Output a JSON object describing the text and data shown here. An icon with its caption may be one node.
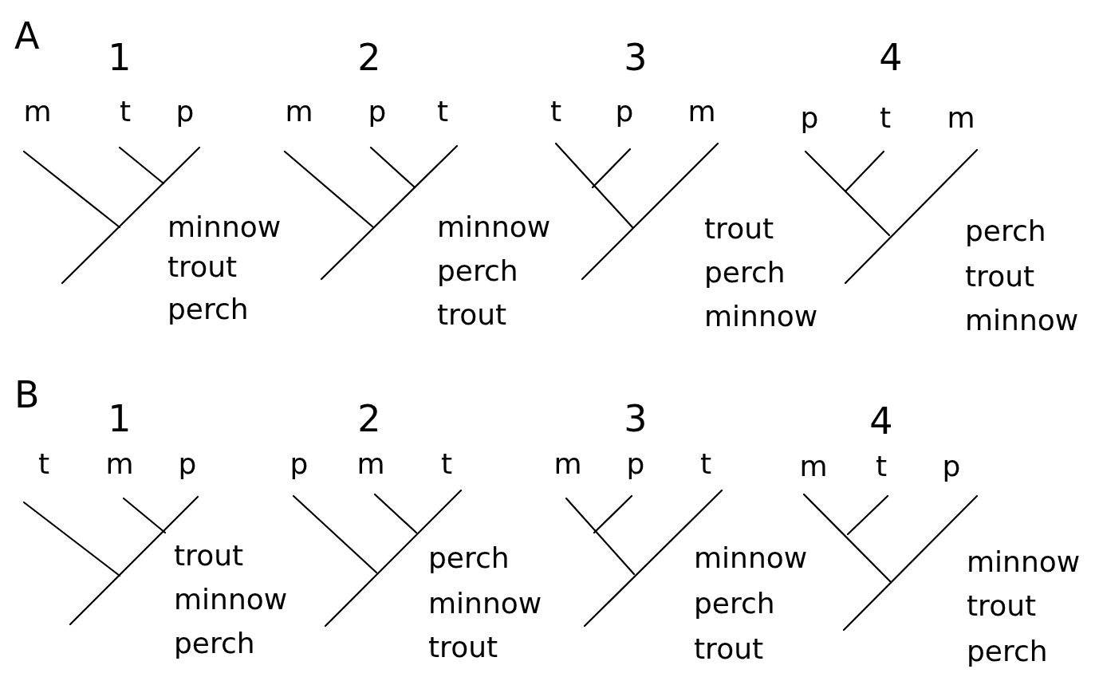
{
  "diagram": {
    "labels": [
      "A",
      "1",
      "m",
      "t",
      "p",
      "minnow",
      "trout",
      "perch",
      "2",
      "m",
      "p",
      "t",
      "minnow",
      "perch",
      "trout",
      "3",
      "t",
      "p",
      "m",
      "trout",
      "perch",
      "minnow",
      "4",
      "p",
      "t",
      "m",
      "perch",
      "trout",
      "minnow",
      "B",
      "1",
      "t",
      "m",
      "p",
      "trout",
      "minnow",
      "perch",
      "2",
      "p",
      "m",
      "t",
      "perch",
      "minnow",
      "trout",
      "3",
      "m",
      "p",
      "t",
      "minnow",
      "perch",
      "trout",
      "4",
      "m",
      "t",
      "p",
      "minnow",
      "trout",
      "perch"
    ]
  }
}
